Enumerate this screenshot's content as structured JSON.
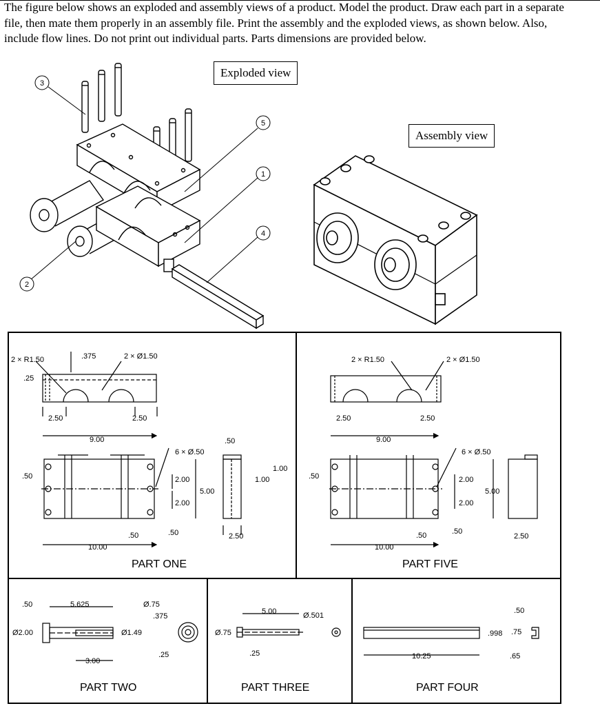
{
  "intro": "The figure below shows an exploded and assembly views of a product. Model the product. Draw each part in a separate file, then mate them properly in an assembly file. Print the assembly and the exploded views, as shown below. Also, include flow lines. Do not print out individual parts. Parts dimensions are provided below.",
  "labels": {
    "exploded": "Exploded view",
    "assembly": "Assembly view"
  },
  "balloons": [
    "3",
    "5",
    "1",
    "4",
    "2"
  ],
  "part_titles": {
    "one": "PART ONE",
    "five": "PART FIVE",
    "two": "PART TWO",
    "three": "PART THREE",
    "four": "PART FOUR"
  },
  "part_one": {
    "r": "2 × R1.50",
    "w375": ".375",
    "dia": "2 × Ø1.50",
    "d25": ".25",
    "c1": "2.50",
    "c2": "2.50",
    "len": "9.00",
    "holes": "6 × Ø.50",
    "d50a": ".50",
    "d50l": ".50",
    "s1": "2.00",
    "s2": "2.00",
    "h": "5.00",
    "e1": ".50",
    "e2": ".50",
    "total": "10.00",
    "side_top": ".50",
    "k1": "1.00",
    "k2": "1.00",
    "side_w": "2.50"
  },
  "part_five": {
    "r": "2 × R1.50",
    "dia": "2 × Ø1.50",
    "c1": "2.50",
    "c2": "2.50",
    "len": "9.00",
    "holes": "6 × Ø.50",
    "d50l": ".50",
    "s1": "2.00",
    "s2": "2.00",
    "h": "5.00",
    "e1": ".50",
    "e2": ".50",
    "total": "10.00",
    "side_w": "2.50"
  },
  "part_two": {
    "a": ".50",
    "b": "5.625",
    "dia": "Ø2.00",
    "bore": "Ø1.49",
    "c": "3.00",
    "d75": "Ø.75",
    "d375": ".375",
    "d25": ".25"
  },
  "part_three": {
    "l": "5.00",
    "d": "Ø.501",
    "d75": "Ø.75",
    "d25": ".25"
  },
  "part_four": {
    "a": ".50",
    "h": ".998",
    "b": ".75",
    "l": "10.25",
    "c": ".65"
  }
}
